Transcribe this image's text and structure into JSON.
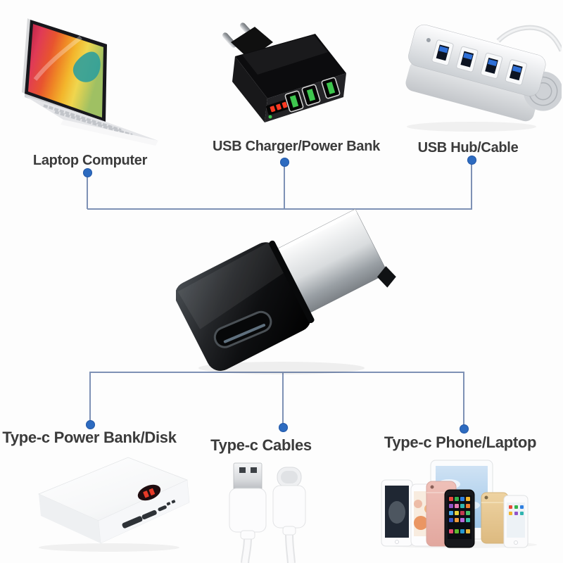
{
  "style": {
    "background": "#fdfdfd",
    "line_color": "#7e91b5",
    "dot_color": "#2d6bc0",
    "label_color": "#3b3b3b",
    "charger_port_green": "#3ec64e",
    "charger_led_red": "#ff3a22",
    "hub_port_blue": "#2e6fd6",
    "rose_gold": "#e8b4ac",
    "gold": "#e6c98f"
  },
  "top_row": [
    {
      "id": "laptop",
      "label": "Laptop Computer",
      "image": "laptop-computer"
    },
    {
      "id": "usb-charger",
      "label": "USB Charger/Power Bank",
      "image": "black-usb-wall-charger"
    },
    {
      "id": "usb-hub",
      "label": "USB Hub/Cable",
      "image": "aluminum-4-port-usb-hub"
    }
  ],
  "center": {
    "image": "usb-a-male-to-type-c-female-adapter"
  },
  "bottom_row": [
    {
      "id": "type-c-power-bank",
      "label": "Type-c Power Bank/Disk",
      "image": "white-power-bank"
    },
    {
      "id": "type-c-cables",
      "label": "Type-c Cables",
      "image": "usb-a-and-type-c-cables"
    },
    {
      "id": "type-c-phone",
      "label": "Type-c Phone/Laptop",
      "image": "phones-and-tablets-group"
    }
  ]
}
